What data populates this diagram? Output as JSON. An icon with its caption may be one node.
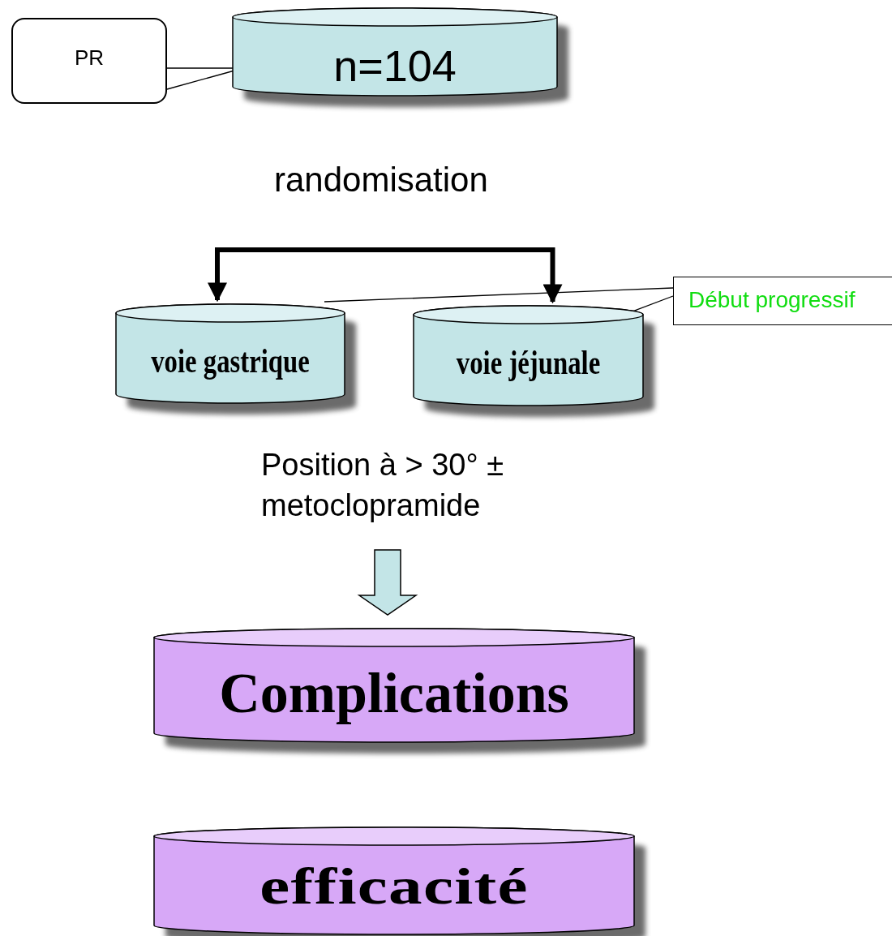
{
  "diagram": {
    "nodes": [
      {
        "text": [
          "PR"
        ]
      },
      {
        "text": [
          "n=104"
        ]
      },
      {
        "text": [
          "voie gastrique"
        ]
      },
      {
        "text": [
          "voie jéjunale"
        ]
      },
      {
        "text": [
          "Début progressif"
        ]
      },
      {
        "text": [
          "Position à > 30° ± metoclopramide"
        ]
      },
      {
        "text": [
          "Complications"
        ]
      },
      {
        "text": [
          "efficacité"
        ]
      }
    ],
    "edges": [
      {
        "from": 0,
        "to": 1,
        "arrow": "none"
      },
      {
        "from": null,
        "to": 2,
        "arrow": "to",
        "style": "thick"
      },
      {
        "from": null,
        "to": 3,
        "arrow": "to",
        "style": "thick"
      },
      {
        "from": 4,
        "to": 2,
        "arrow": "none"
      },
      {
        "from": 4,
        "to": 3,
        "arrow": "none"
      },
      {
        "from": 5,
        "to": 6,
        "arrow": "to",
        "style": "thick"
      }
    ],
    "labels": [
      "randomisation"
    ]
  }
}
